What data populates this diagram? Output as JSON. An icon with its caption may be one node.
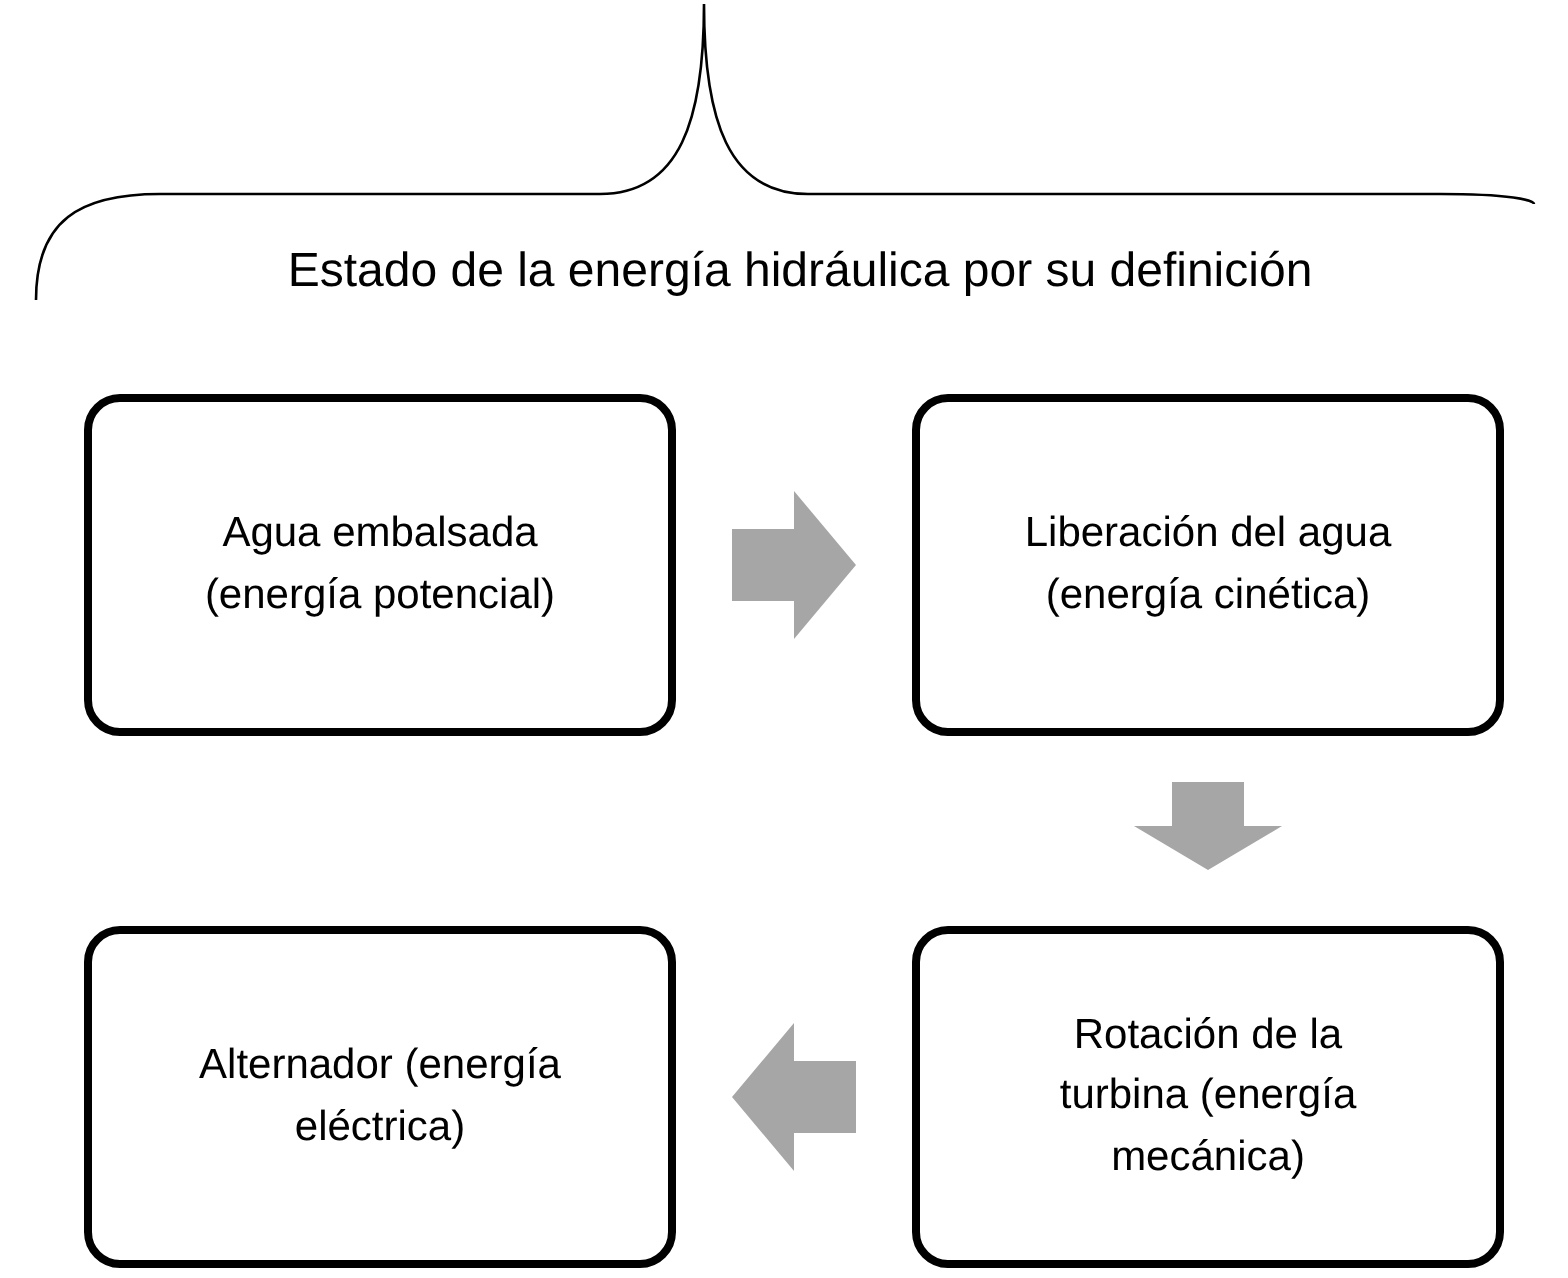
{
  "diagram": {
    "title": "Estado de la energía hidráulica por su definición",
    "nodes": [
      {
        "text": [
          "Agua embalsada (energía potencial)"
        ]
      },
      {
        "text": [
          "Liberación del agua (energía cinética)"
        ]
      },
      {
        "text": [
          "Rotación de la turbina (energía mecánica)"
        ]
      },
      {
        "text": [
          "Alternador (energía eléctrica)"
        ]
      }
    ],
    "edges": [
      {
        "from": 0,
        "to": 1,
        "arrow": "to"
      },
      {
        "from": 1,
        "to": 2,
        "arrow": "to"
      },
      {
        "from": 2,
        "to": 3,
        "arrow": "to"
      }
    ]
  }
}
